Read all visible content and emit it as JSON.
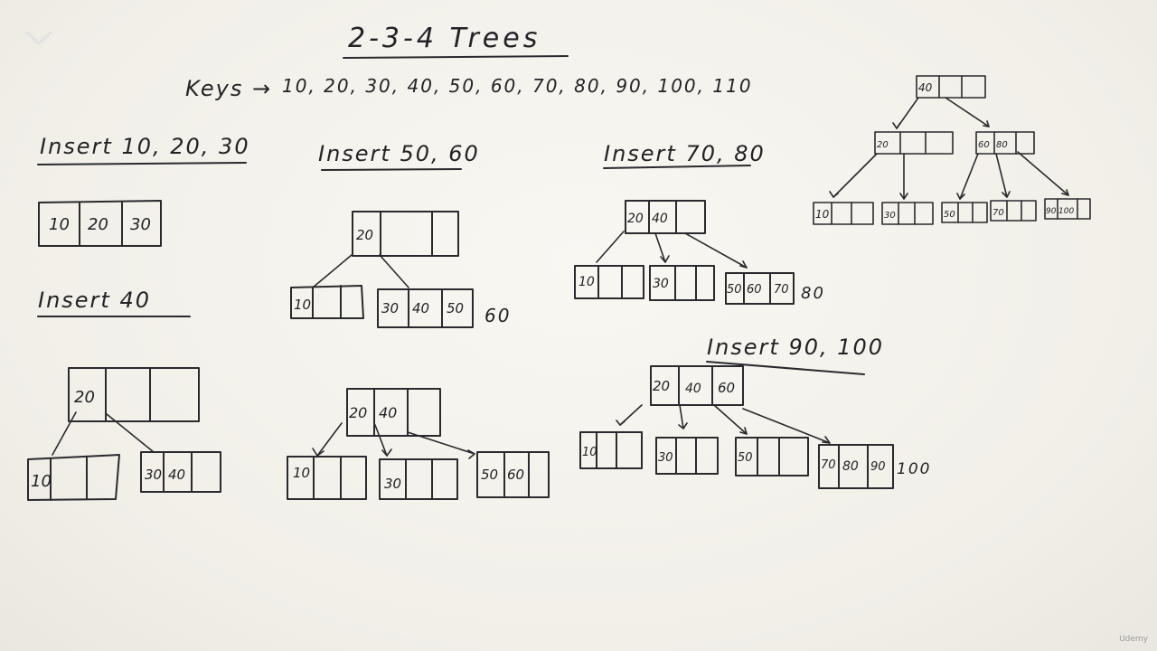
{
  "title": "2-3-4 Trees",
  "keys_label": "Keys →",
  "keys_list": "10, 20, 30, 40, 50, 60, 70, 80, 90, 100, 110",
  "steps": {
    "s1": {
      "heading": "Insert 10, 20, 30",
      "node": [
        "10",
        "20",
        "30"
      ]
    },
    "s2": {
      "heading": "Insert 40",
      "root": [
        "20"
      ],
      "left": [
        "10"
      ],
      "right": [
        "30",
        "40"
      ]
    },
    "s3": {
      "heading": "Insert 50, 60",
      "root": [
        "20"
      ],
      "left": [
        "10"
      ],
      "right": [
        "30",
        "40",
        "50"
      ],
      "pending": "60"
    },
    "s4": {
      "root": [
        "20",
        "40"
      ],
      "c1": [
        "10"
      ],
      "c2": [
        "30"
      ],
      "c3": [
        "50",
        "60"
      ]
    },
    "s5": {
      "heading": "Insert 70, 80",
      "root": [
        "20",
        "40"
      ],
      "c1": [
        "10"
      ],
      "c2": [
        "30"
      ],
      "c3": [
        "50",
        "60",
        "70"
      ],
      "pending": "80"
    },
    "s6": {
      "heading": "Insert 90, 100",
      "root": [
        "20",
        "40",
        "60"
      ],
      "c1": [
        "10"
      ],
      "c2": [
        "30"
      ],
      "c3": [
        "50"
      ],
      "c4": [
        "70",
        "80",
        "90"
      ],
      "pending": "100"
    },
    "s7": {
      "root": [
        "40"
      ],
      "l": [
        "20"
      ],
      "r": [
        "60",
        "80"
      ],
      "leaves": [
        [
          "10"
        ],
        [
          "30"
        ],
        [
          "50"
        ],
        [
          "70"
        ],
        [
          "90",
          "100"
        ]
      ]
    }
  },
  "watermark": "Udemy"
}
